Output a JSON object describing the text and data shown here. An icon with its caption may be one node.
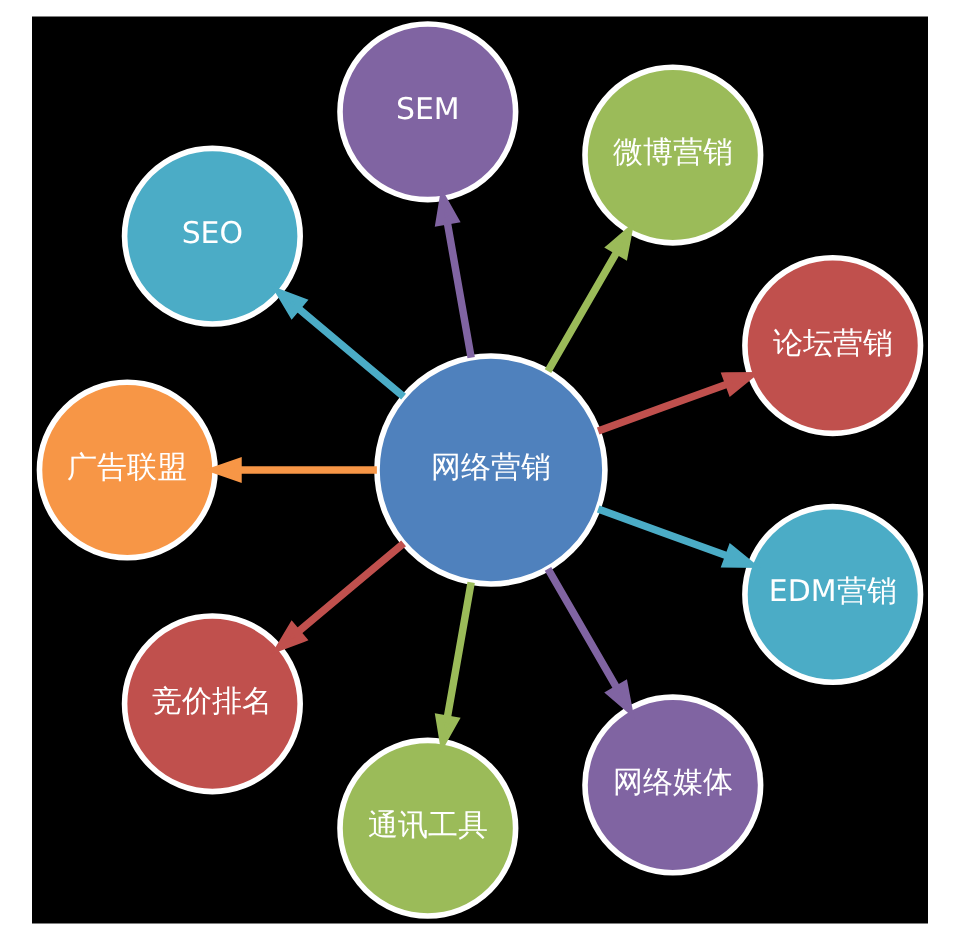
{
  "diagram": {
    "nodes": [
      {
        "text": [
          "网络营销"
        ]
      },
      {
        "text": [
          "论坛营销"
        ]
      },
      {
        "text": [
          "微博营销"
        ]
      },
      {
        "text": [
          "SEM"
        ]
      },
      {
        "text": [
          "SEO"
        ]
      },
      {
        "text": [
          "广告联盟"
        ]
      },
      {
        "text": [
          "竞价排名"
        ]
      },
      {
        "text": [
          "通讯工具"
        ]
      },
      {
        "text": [
          "网络媒体"
        ]
      },
      {
        "text": [
          "EDM营销"
        ]
      }
    ],
    "edges": [
      {
        "from": 0,
        "to": 1,
        "arrow": "to",
        "color": "#c0504d"
      },
      {
        "from": 0,
        "to": 2,
        "arrow": "to",
        "color": "#9bbb59"
      },
      {
        "from": 0,
        "to": 3,
        "arrow": "to",
        "color": "#8064a2"
      },
      {
        "from": 0,
        "to": 4,
        "arrow": "to",
        "color": "#4bacc6"
      },
      {
        "from": 0,
        "to": 5,
        "arrow": "to",
        "color": "#f79646"
      },
      {
        "from": 0,
        "to": 6,
        "arrow": "to",
        "color": "#c0504d"
      },
      {
        "from": 0,
        "to": 7,
        "arrow": "to",
        "color": "#9bbb59"
      },
      {
        "from": 0,
        "to": 8,
        "arrow": "to",
        "color": "#8064a2"
      },
      {
        "from": 0,
        "to": 9,
        "arrow": "to",
        "color": "#4bacc6"
      }
    ]
  }
}
